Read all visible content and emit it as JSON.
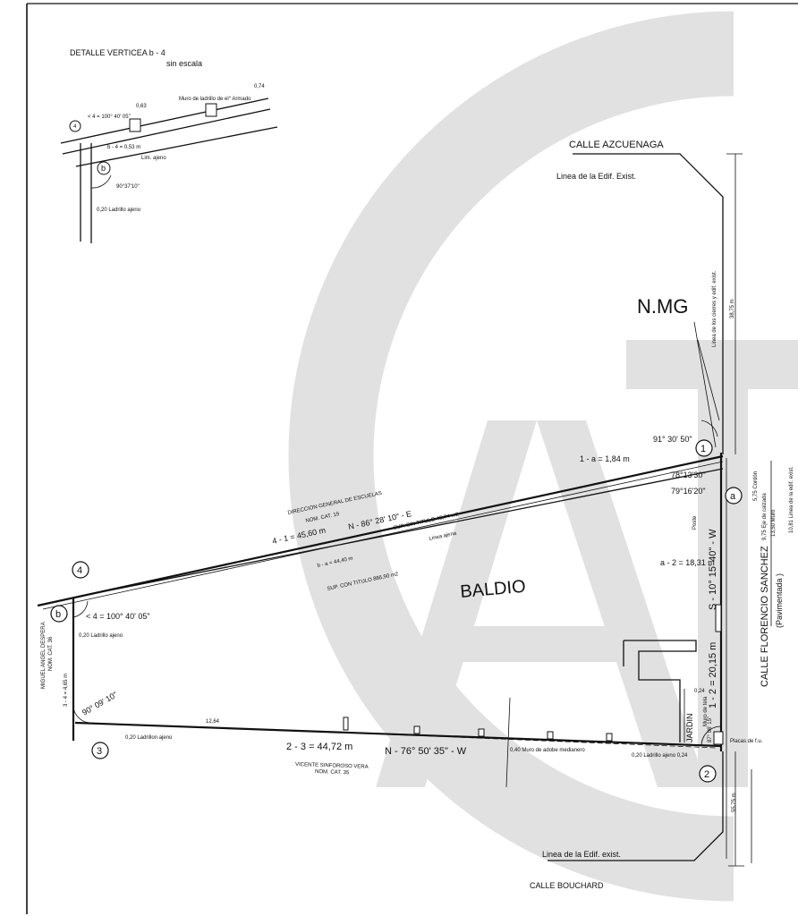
{
  "colors": {
    "ink": "#111111",
    "watermark": "#c9c9c9",
    "paper": "#ffffff"
  },
  "detail": {
    "title": "DETALLE VERTICEA  b - 4",
    "subtitle": "sin escala",
    "angle_note": "< 4 = 100° 40' 05\"",
    "dim1": "0,63",
    "wall_note": "Muro de ladrillo de el° Armado",
    "dim2": "0,74",
    "dist_note": "b - 4 = 0,53 m",
    "lim_note": "Lim. ajeno",
    "angle_b": "90°37'10\"",
    "brick_note": "0,20 Ladrillo ajeno",
    "v4": "4",
    "vb": "b"
  },
  "streets": {
    "north": "CALLE AZCUENAGA",
    "south": "CALLE BOUCHARD",
    "east": "CALLE FLORENCIO SANCHEZ",
    "east_sub": "(Pavimentada )"
  },
  "edif": {
    "north": "Linea de la Edif. Exist.",
    "south": "Linea de la Edif. exist."
  },
  "labels": {
    "nmg": "N.MG",
    "baldio": "BALDIO",
    "jardin": "JARDIN"
  },
  "vertices": {
    "v1": "1",
    "v2": "2",
    "v3": "3",
    "v4": "4",
    "va": "a",
    "vb": "b"
  },
  "angles": {
    "a1": "91° 30' 50\"",
    "a2": "78°13'30\"",
    "a3": "79°16'20\"",
    "a4": "< 4 = 100° 40' 05\"",
    "a5": "90° 09' 10\"",
    "a6": "87° 06' 15\""
  },
  "sides": {
    "one_a": "1 - a = 1,84 m",
    "a_two": "a - 2 = 18,31 m",
    "one_two": "1 - 2 = 20,15 m",
    "bearing_east": "S - 10° 15' 40\" - W",
    "two_three": "2 - 3 = 44,72 m",
    "bearing_south": "N - 76° 50' 35\" - W",
    "four_one": "4 - 1 = 45,60 m",
    "bearing_north": "N - 86° 28' 10\" - E",
    "three_four": "3 - 4 = 4,65 m",
    "b_four": "b - a = 44,40 m"
  },
  "notes": {
    "direccion": "DIRECCION GENERAL DE ESCUELAS",
    "direccion_cat": "NOM. CAT. 19",
    "sup_sin": "SUP. SIN TITULO 45,74 m2",
    "sup_con": "SUP. CON TITULO 886,90 m2",
    "linea_ajena": "Linea ajena",
    "vicente": "VICENTE SINFOROSO VERA",
    "vicente_cat": "NOM. CAT. 35",
    "miguel": "MIGUEL ANGEL DESPERA",
    "miguel_cat": "NOM. CAT. 36",
    "ladrillo_020": "0,20 Ladrillon ajeno",
    "ladrillo_w": "0,20 Ladrillo ajeno",
    "muro_adobe": "0,40 Muro de adobe medianero",
    "ladrillo_s": "0,20 Ladrillo ajeno 0,24",
    "placas": "Placas de f.u.",
    "dim_1264": "12,64",
    "dim_024": "0,24",
    "dist_north": "38,75 m",
    "dist_south": "55,75 m",
    "cierres": "Linea de los cierres y edif. exist.",
    "far_right": "10,81 Linea de la edif. exist.",
    "cordon": "5,75 Cordón",
    "eje_calzada": "9,75 Eje de calzada",
    "muro_medianero": "13,50 Muro",
    "muro_seco": "Muro de tela",
    "poste": "Poste"
  }
}
